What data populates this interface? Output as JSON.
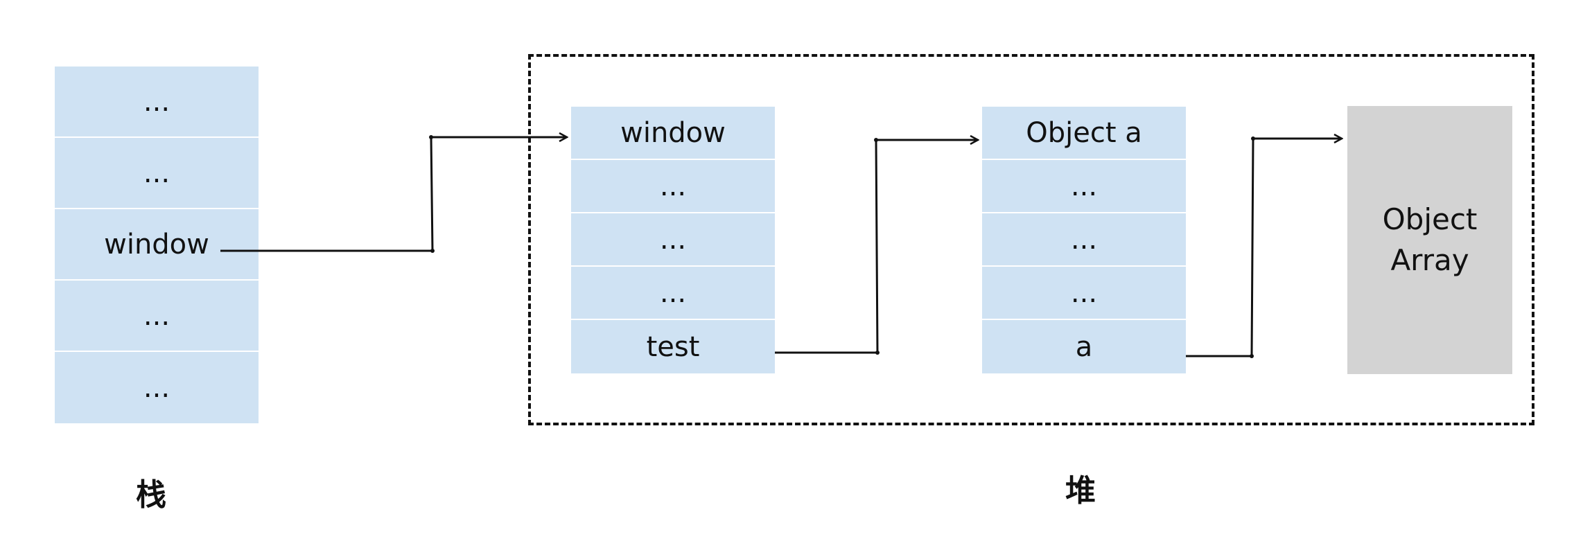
{
  "stack": {
    "label": "栈",
    "cells": [
      "...",
      "...",
      "window",
      "...",
      "..."
    ]
  },
  "heap": {
    "label": "堆",
    "window_object": {
      "cells": [
        "window",
        "...",
        "...",
        "...",
        "test"
      ]
    },
    "object_a": {
      "cells": [
        "Object a",
        "...",
        "...",
        "...",
        "a"
      ]
    },
    "object_array": {
      "line1": "Object",
      "line2": "Array"
    }
  }
}
